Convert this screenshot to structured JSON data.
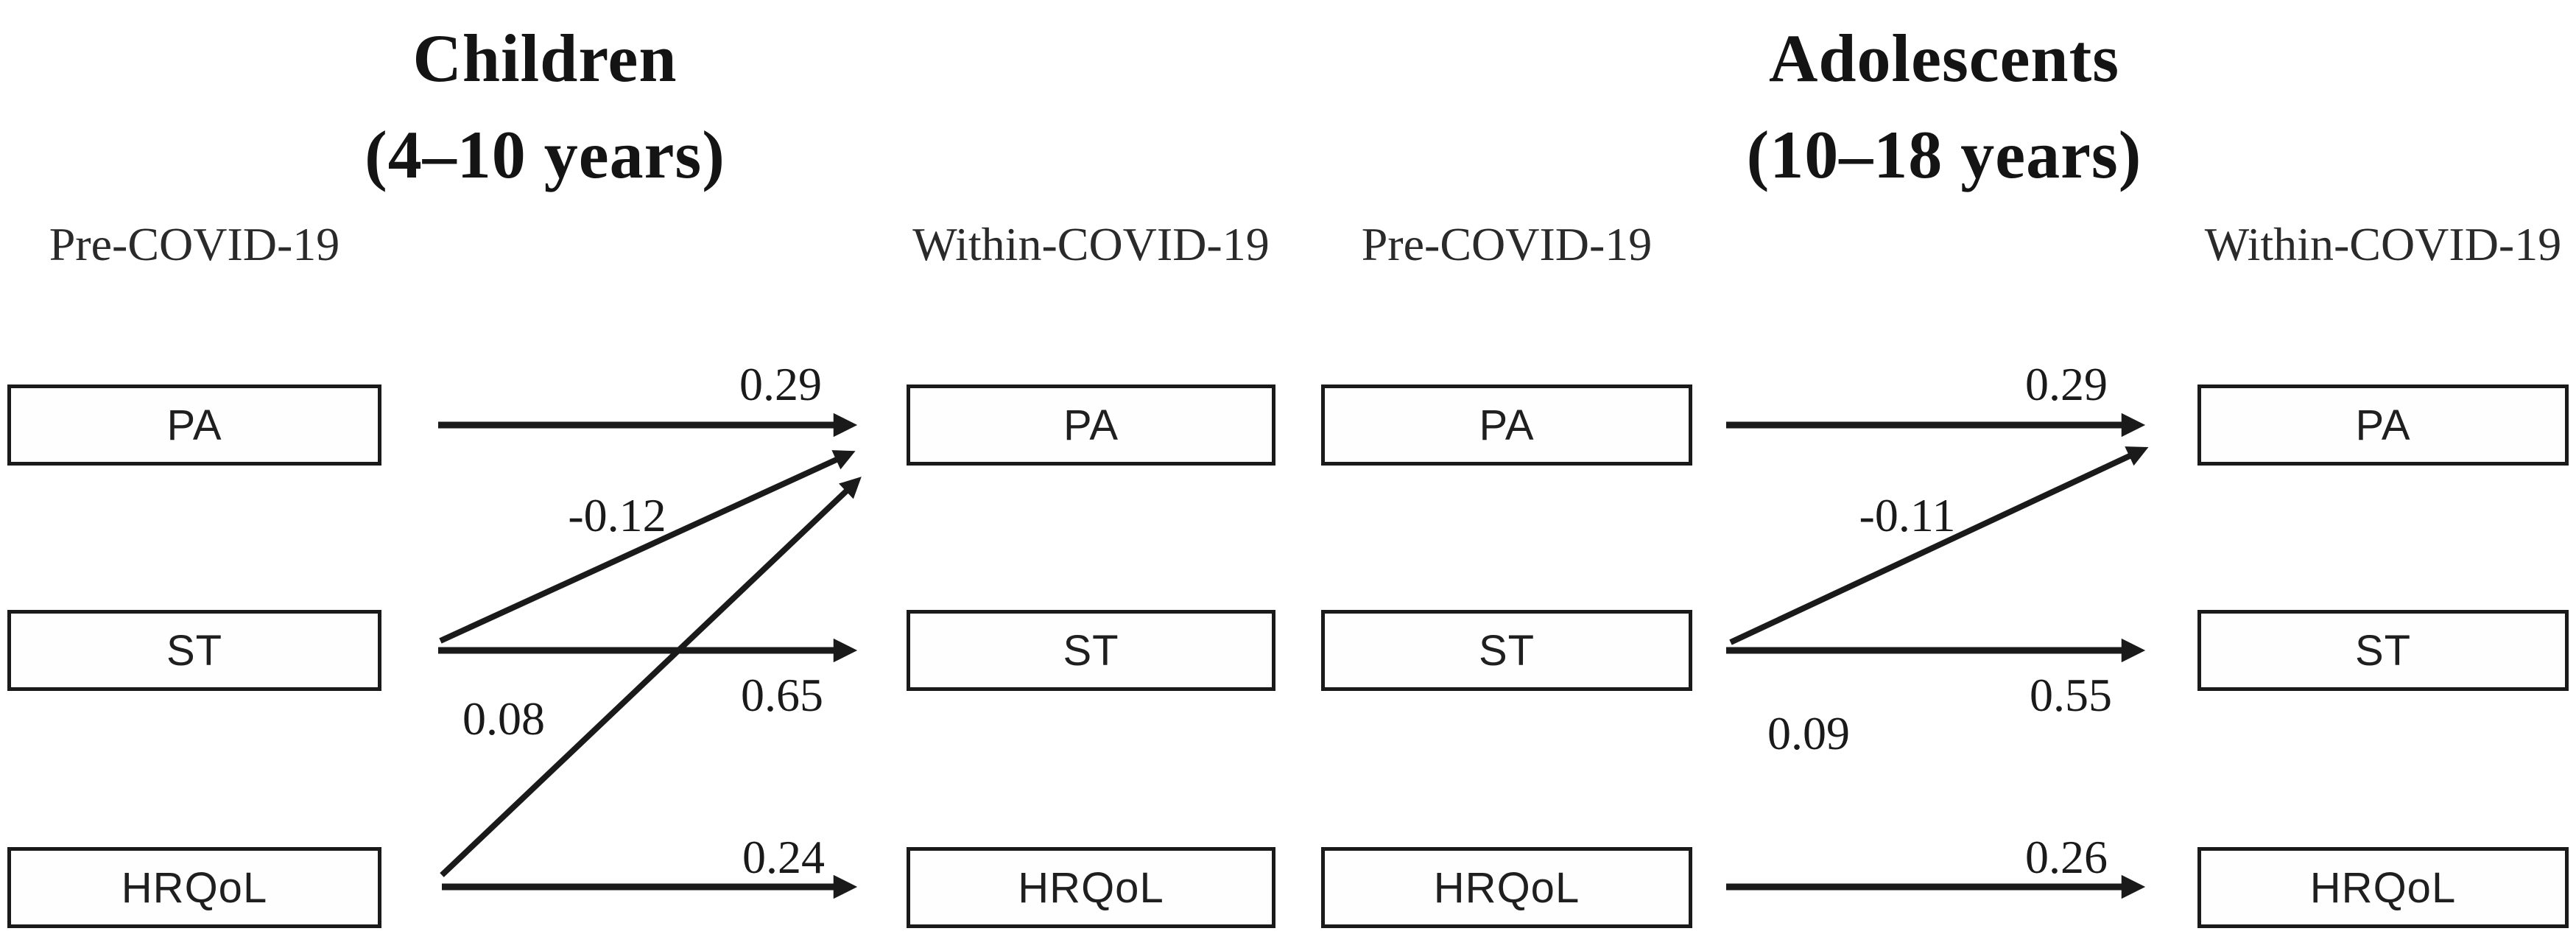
{
  "figure": {
    "background": "#ffffff",
    "ink": "#1a1a1a",
    "panels": [
      {
        "id": "children",
        "title_line1": "Children",
        "title_line2": "(4–10 years)",
        "pre_label": "Pre-COVID-19",
        "within_label": "Within-COVID-19",
        "pre_boxes": [
          "PA",
          "ST",
          "HRQoL"
        ],
        "within_boxes": [
          "PA",
          "ST",
          "HRQoL"
        ],
        "coefficients": {
          "pa_to_pa": "0.29",
          "st_to_pa": "-0.12",
          "hrqol_to_pa": "0.08",
          "st_to_st": "0.65",
          "hrqol_to_hrqol": "0.24"
        }
      },
      {
        "id": "adolescents",
        "title_line1": "Adolescents",
        "title_line2": "(10–18 years)",
        "pre_label": "Pre-COVID-19",
        "within_label": "Within-COVID-19",
        "pre_boxes": [
          "PA",
          "ST",
          "HRQoL"
        ],
        "within_boxes": [
          "PA",
          "ST",
          "HRQoL"
        ],
        "coefficients": {
          "pa_to_pa": "0.29",
          "st_to_pa": "-0.11",
          "hrqol_cross": "0.09",
          "st_to_st": "0.55",
          "hrqol_to_hrqol": "0.26"
        }
      }
    ]
  }
}
